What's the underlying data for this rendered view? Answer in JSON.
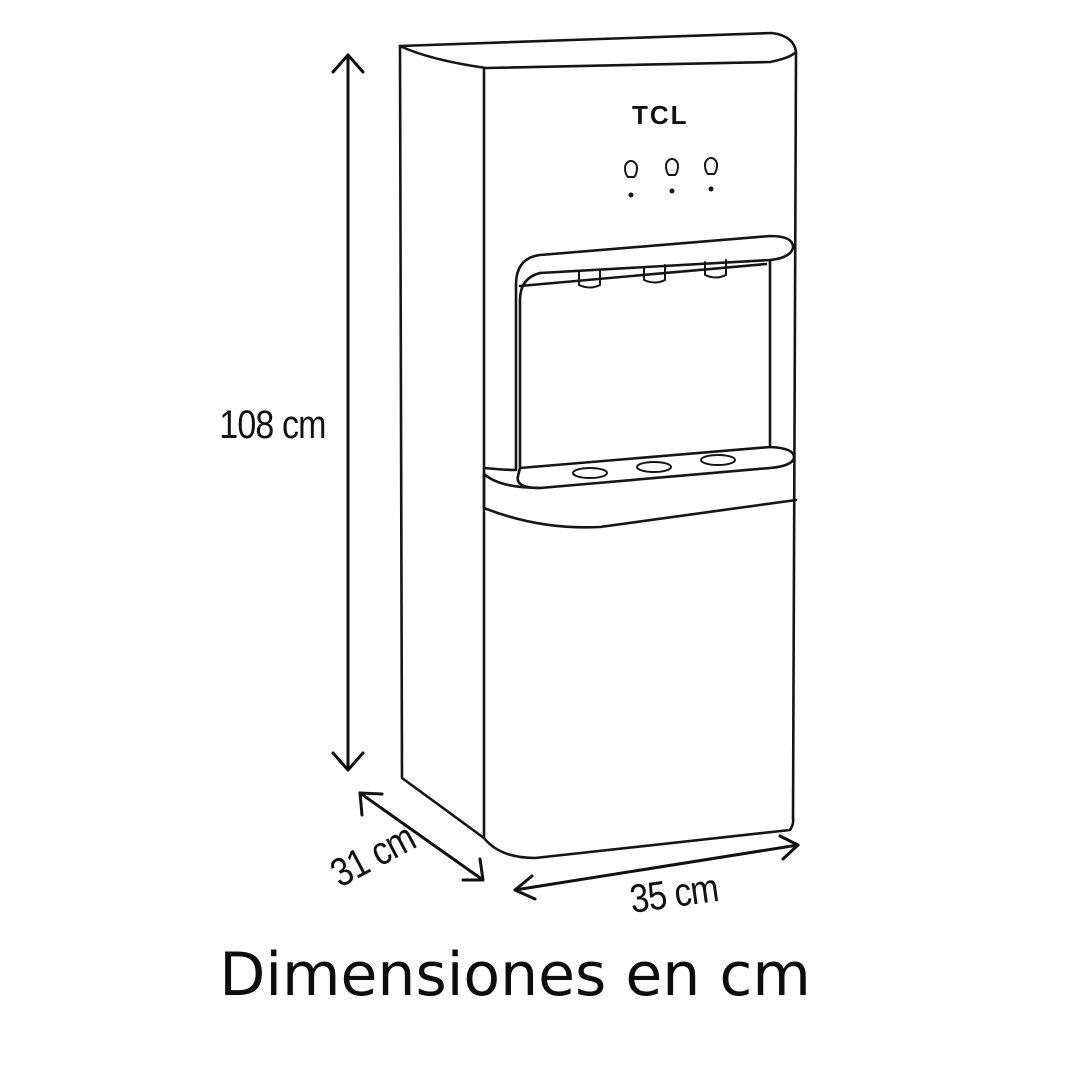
{
  "brand": "TCL",
  "dimensions": {
    "height": "108 cm",
    "depth": "31 cm",
    "width": "35 cm"
  },
  "caption": "Dimensiones en cm",
  "product": {
    "control_buttons": 3,
    "faucets": 3,
    "drip_tray_holes": 3
  }
}
